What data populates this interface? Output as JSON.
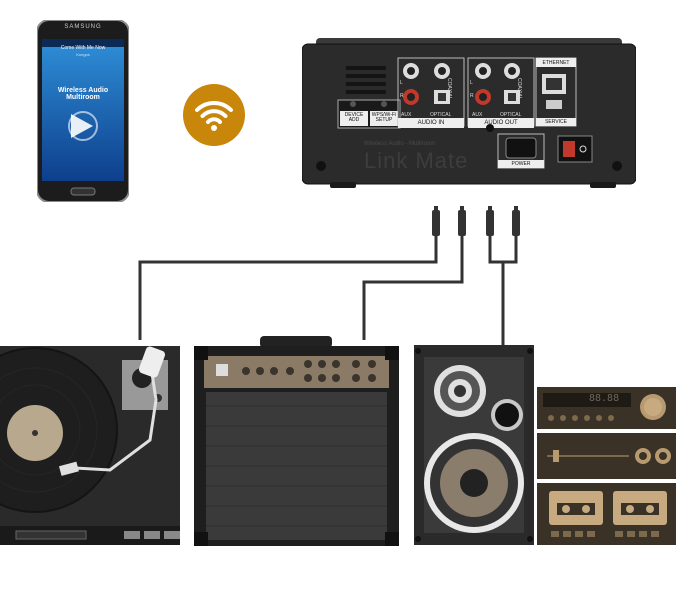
{
  "phone": {
    "brand": "SAMSUNG",
    "now_playing": "Come With Me Now",
    "artist": "Kongos",
    "app_title": "Wireless Audio Multiroom"
  },
  "wifi": {
    "icon": "wifi-icon",
    "color": "#c8860a"
  },
  "hub": {
    "label_device_add": "DEVICE ADD",
    "label_wps_setup": "WPS/Wi-Fi SETUP",
    "label_aux_in": "AUX",
    "label_optical_in": "OPTICAL",
    "label_audio_in": "AUDIO IN",
    "label_aux_out": "AUX",
    "label_optical_out": "OPTICAL",
    "label_audio_out": "AUDIO OUT",
    "label_coaxial_in": "COAXIAL",
    "label_coaxial_out": "COAXIAL",
    "label_ethernet": "ETHERNET",
    "label_service": "SERVICE",
    "label_power": "POWER",
    "brand_small": "Wireless Audio - Multiroom",
    "brand_large": "Link Mate",
    "channel_l": "L",
    "channel_r": "R"
  },
  "stereo": {
    "display": "88.88"
  },
  "colors": {
    "cable": "#333333",
    "device_dark": "#2a2a2a",
    "hub_body": "#2b2b2b"
  }
}
